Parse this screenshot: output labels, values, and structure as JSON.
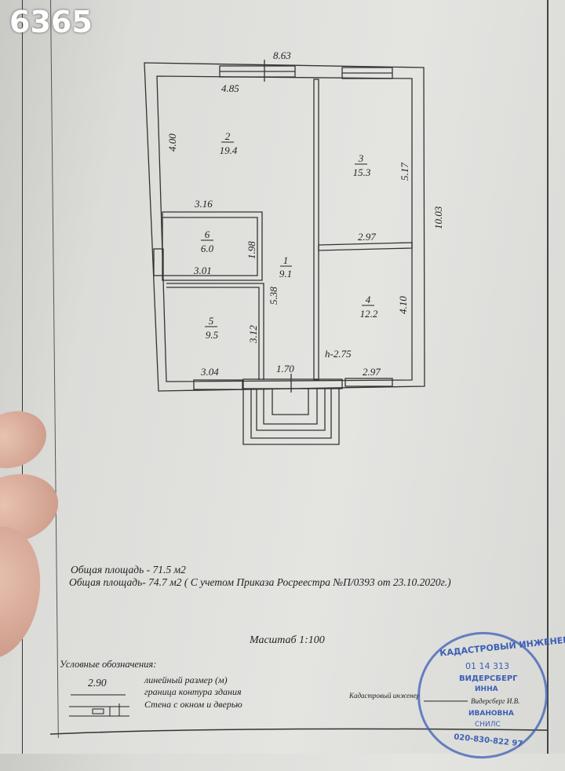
{
  "photo_id_tag": "6365",
  "plan": {
    "dimensions": {
      "overall_width": "8.63",
      "overall_height": "10.03",
      "top_left": "4.85",
      "left_upper": "4.00",
      "room6_top": "3.16",
      "room6_bottom": "3.01",
      "room6_right": "1.98",
      "corridor_height": "5.38",
      "room5_right": "3.12",
      "room5_bottom": "3.04",
      "corridor_bottom": "1.70",
      "room3_right": "5.17",
      "room3_bottom": "2.97",
      "room4_right": "4.10",
      "room4_bottom": "2.97",
      "ceiling_height": "h-2.75"
    },
    "rooms": [
      {
        "number": "1",
        "area": "9.1"
      },
      {
        "number": "2",
        "area": "19.4"
      },
      {
        "number": "3",
        "area": "15.3"
      },
      {
        "number": "4",
        "area": "12.2"
      },
      {
        "number": "5",
        "area": "9.5"
      },
      {
        "number": "6",
        "area": "6.0"
      }
    ]
  },
  "notes": {
    "total_area_1": "Общая площадь - 71.5 м2",
    "total_area_2": "Общая площадь- 74.7 м2 ( С учетом Приказа Росреестра №П/0393 от 23.10.2020г.)",
    "scale": "Масштаб 1:100"
  },
  "legend": {
    "title": "Условные обозначения:",
    "sample_dim": "2.90",
    "items": [
      "линейный размер (м)",
      "граница  контура здания",
      "Стена с окном и дверью"
    ]
  },
  "signature": {
    "label": "Кадастровый инженер",
    "name": "Видерсберг И.В."
  },
  "stamp": {
    "ring_text": "КАДАСТРОВЫЙ ИНЖЕНЕР",
    "number": "01 14 313",
    "surname": "ВИДЕРСБЕРГ",
    "first_name": "ИННА",
    "patronymic": "ИВАНОВНА",
    "snils_label": "СНИЛС",
    "snils": "020-830-822 97"
  }
}
